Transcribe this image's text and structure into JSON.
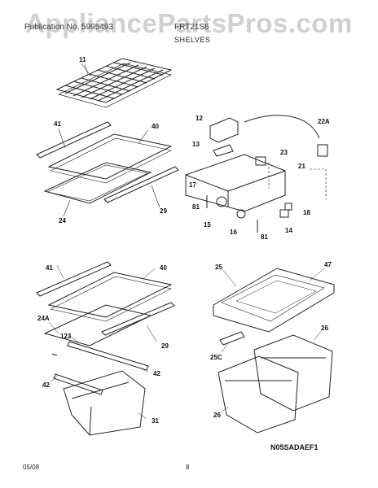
{
  "header": {
    "watermark": "AppliancePartsPros.com",
    "publication_text": "Publication No. 5995493",
    "model_text": "FRT21S6",
    "subtitle": "SHELVES"
  },
  "callouts": {
    "c11": "11",
    "c41a": "41",
    "c40a": "40",
    "c24": "24",
    "c29a": "29",
    "c12": "12",
    "c13": "13",
    "c17": "17",
    "c81a": "81",
    "c15": "15",
    "c16": "16",
    "c81b": "81",
    "c14": "14",
    "c18": "18",
    "c23": "23",
    "c21": "21",
    "c22A": "22A",
    "c41b": "41",
    "c40b": "40",
    "c24A": "24A",
    "c123": "123",
    "c29b": "29",
    "c42a": "42",
    "c42b": "42",
    "c31": "31",
    "c25": "25",
    "c47": "47",
    "c26a": "26",
    "c25C": "25C",
    "c26b": "26"
  },
  "diagram_code": "N05SADAEF1",
  "footer": {
    "date": "05/08",
    "page": "8"
  }
}
